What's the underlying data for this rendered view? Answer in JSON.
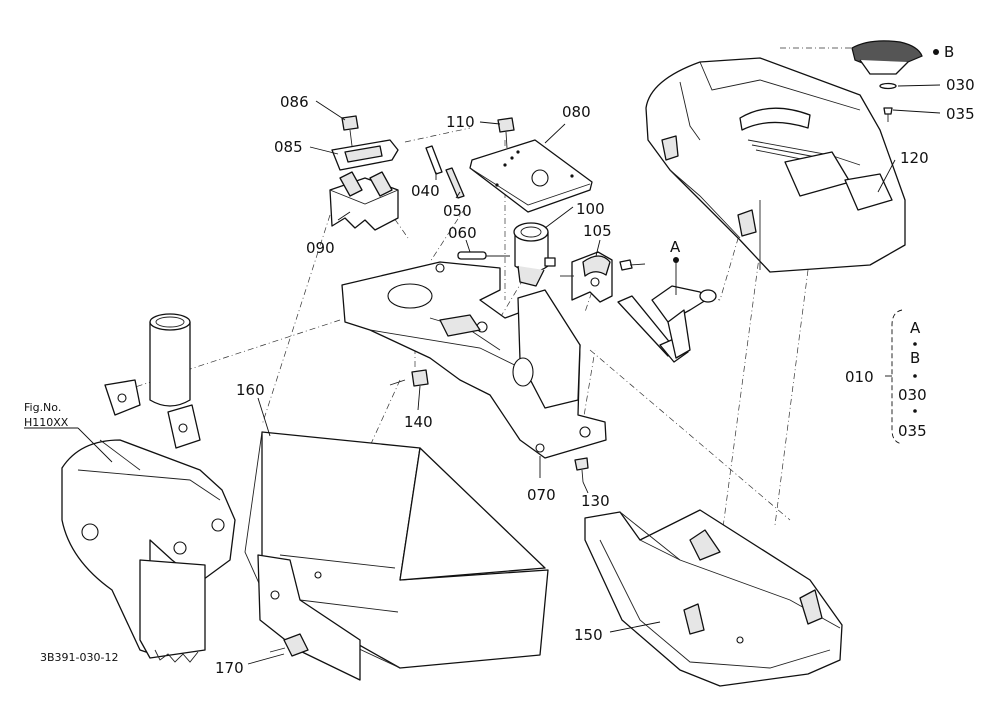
{
  "parts": {
    "p086": "086",
    "p085": "085",
    "p090": "090",
    "p040": "040",
    "p050": "050",
    "p110": "110",
    "p080": "080",
    "p100": "100",
    "p060": "060",
    "p105": "105",
    "pA": "A",
    "pB": "B",
    "p030": "030",
    "p035": "035",
    "p120": "120",
    "p010": "010",
    "p140": "140",
    "p160": "160",
    "p070": "070",
    "p130": "130",
    "p150": "150",
    "p170": "170"
  },
  "set_010": {
    "items": [
      "A",
      "B",
      "030",
      "035"
    ]
  },
  "figure_ref": {
    "line1": "Fig.No.",
    "line2": "H110XX"
  },
  "drawing_code": "3B391-030-12"
}
